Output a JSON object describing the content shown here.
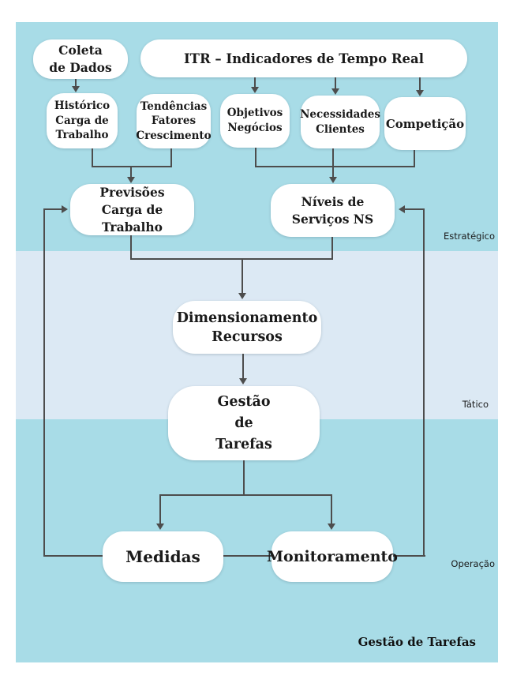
{
  "diagram_title": "Gestão de Tarefas",
  "colors": {
    "band_teal": "#a8dce7",
    "band_light": "#dce9f4",
    "node_fill": "#ffffff",
    "connector": "#4d4d4d",
    "text": "#1a1a1a"
  },
  "bands": [
    {
      "id": "estrategico",
      "label": "Estratégico"
    },
    {
      "id": "tatico",
      "label": "Tático"
    },
    {
      "id": "operacao",
      "label": "Operação"
    }
  ],
  "nodes": {
    "coleta": {
      "lines": [
        "Coleta",
        "de Dados"
      ]
    },
    "itr": {
      "lines": [
        "ITR – Indicadores de Tempo Real"
      ]
    },
    "historico": {
      "lines": [
        "Histórico",
        "Carga de",
        "Trabalho"
      ]
    },
    "tendencias": {
      "lines": [
        "Tendências",
        "Fatores",
        "Crescimento"
      ]
    },
    "objetivos": {
      "lines": [
        "Objetivos",
        "Negócios"
      ]
    },
    "necessidades": {
      "lines": [
        "Necessidades",
        "Clientes"
      ]
    },
    "competicao": {
      "lines": [
        "Competição"
      ]
    },
    "previsoes": {
      "lines": [
        "Previsões",
        "Carga de Trabalho"
      ]
    },
    "niveis": {
      "lines": [
        "Níveis de",
        "Serviços NS"
      ]
    },
    "dimensionamento": {
      "lines": [
        "Dimensionamento",
        "Recursos"
      ]
    },
    "gestao": {
      "lines": [
        "Gestão",
        "de",
        "Tarefas"
      ]
    },
    "medidas": {
      "lines": [
        "Medidas"
      ]
    },
    "monitoramento": {
      "lines": [
        "Monitoramento"
      ]
    }
  },
  "footer": {
    "label": "Gestão de Tarefas"
  }
}
